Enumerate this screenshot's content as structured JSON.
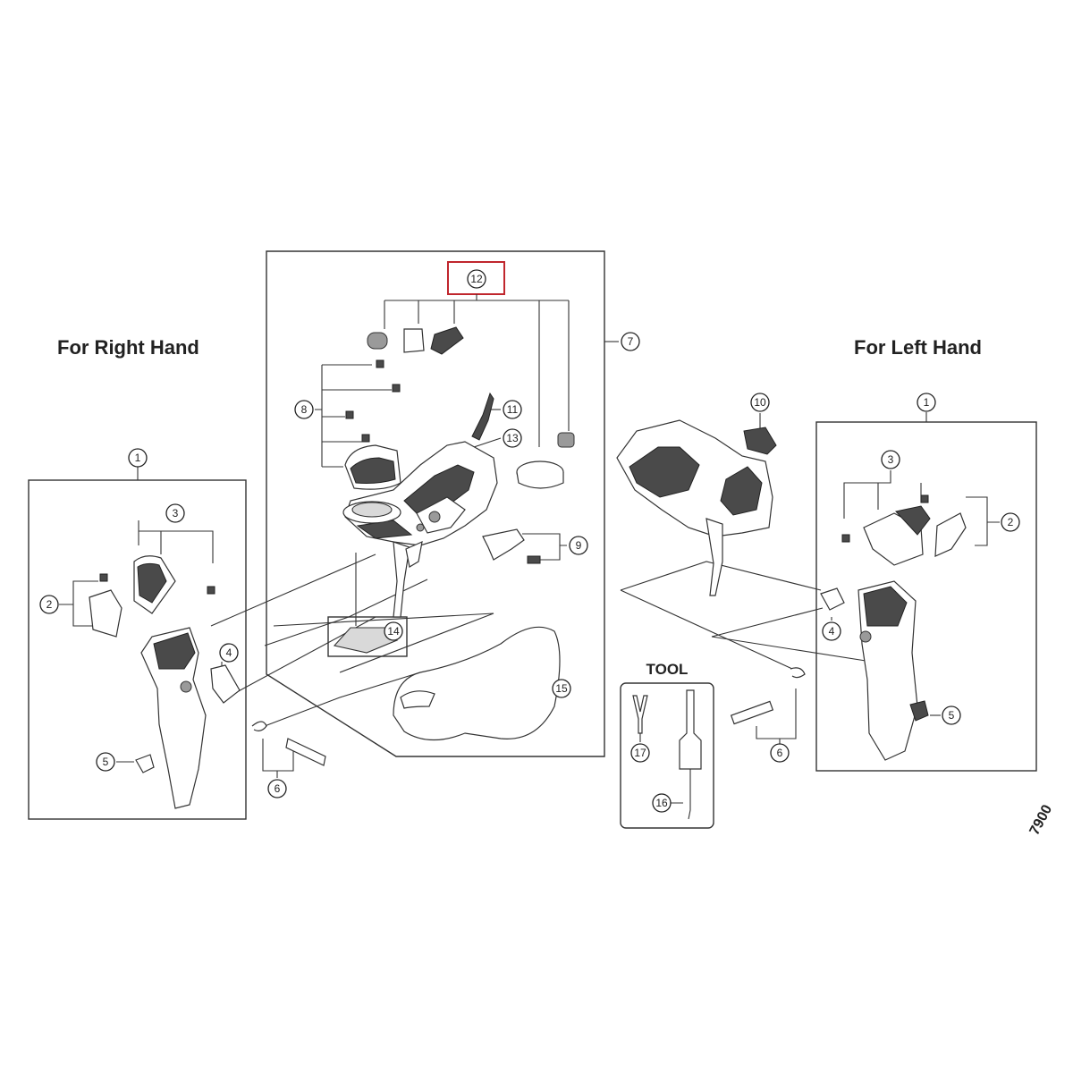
{
  "headings": {
    "right_hand": "For Right Hand",
    "left_hand": "For Left Hand",
    "tool": "TOOL",
    "model_code": "7900"
  },
  "callouts": {
    "n1": "1",
    "n2": "2",
    "n3": "3",
    "n4": "4",
    "n5": "5",
    "n6": "6",
    "n7": "7",
    "n8": "8",
    "n9": "9",
    "n10": "10",
    "n11": "11",
    "n12": "12",
    "n13": "13",
    "n14": "14",
    "n15": "15",
    "n16": "16",
    "n17": "17"
  },
  "highlight": {
    "part_number": "12",
    "color": "#c0262d"
  },
  "colors": {
    "line": "#333333",
    "dark_part": "#4a4a4a"
  }
}
